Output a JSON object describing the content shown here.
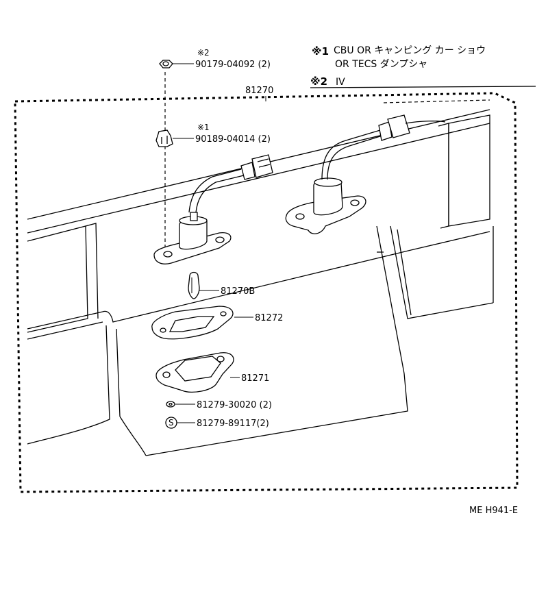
{
  "notes": {
    "note1_mark": "※1",
    "note1_line1": "CBU OR キャンピング カー ショウ",
    "note1_line2": "OR TECS ダンプシャ",
    "note2_mark": "※2",
    "note2_text": "IV"
  },
  "assembly": {
    "part_no": "81270"
  },
  "parts": [
    {
      "mark": "※2",
      "part_no": "90179-04092 (2)"
    },
    {
      "mark": "※1",
      "part_no": "90189-04014 (2)"
    },
    {
      "mark": "",
      "part_no": "81270B"
    },
    {
      "mark": "",
      "part_no": "81272"
    },
    {
      "mark": "",
      "part_no": "81271"
    },
    {
      "mark": "",
      "part_no": "81279-30020 (2)"
    },
    {
      "mark": "S",
      "part_no": "81279-89117(2)"
    }
  ],
  "footer": {
    "code": "ME  H941-E"
  }
}
